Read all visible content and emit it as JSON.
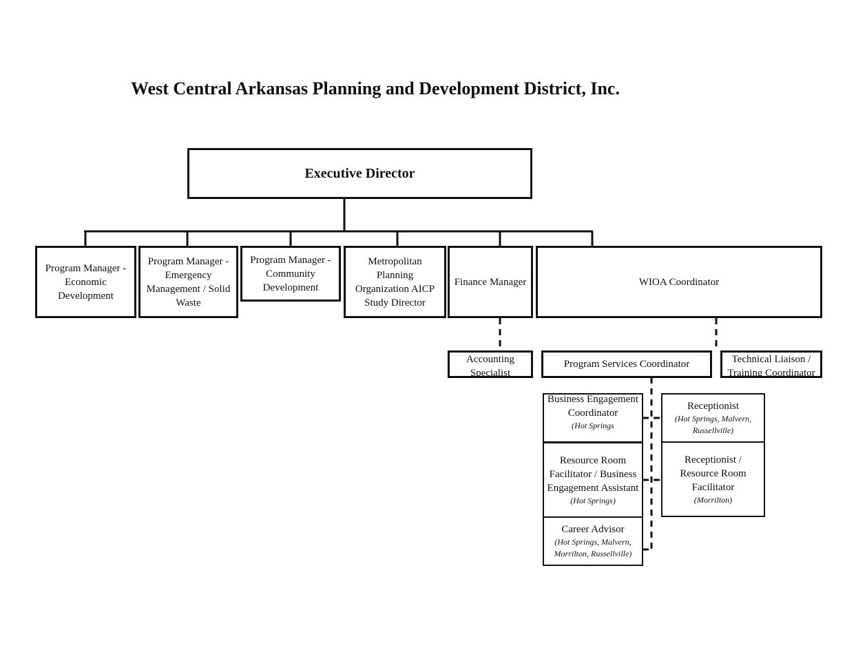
{
  "title": "West Central Arkansas Planning and Development District, Inc.",
  "nodes": {
    "executive_director": "Executive Director",
    "pm_economic": "Program Manager - Economic Development",
    "pm_emergency": "Program Manager - Emergency Management / Solid Waste",
    "pm_community": "Program Manager - Community Development",
    "mpo_director": "Metropolitan Planning Organization AICP Study Director",
    "finance_manager": "Finance Manager",
    "wioa_coordinator": "WIOA Coordinator",
    "accounting_specialist": "Accounting Specialist",
    "program_services": "Program Services Coordinator",
    "technical_liaison": "Technical Liaison / Training Coordinator",
    "business_engagement": {
      "label": "Business Engagement Coordinator",
      "location": "(Hot Springs"
    },
    "receptionist": {
      "label": "Receptionist",
      "location": "(Hot Springs, Malvern, Russellville)"
    },
    "resource_room": {
      "label": "Resource Room Facilitator / Business Engagement Assistant",
      "location": "(Hot Springs)"
    },
    "receptionist_rr": {
      "label": "Receptionist / Resource Room Facilitator",
      "location": "(Morrilton)"
    },
    "career_advisor": {
      "label": "Career Advisor",
      "location": "(Hot Springs, Malvern, Morrilton, Russellville)"
    }
  },
  "line_styles": {
    "reporting": "solid",
    "supervision": "dashed"
  }
}
